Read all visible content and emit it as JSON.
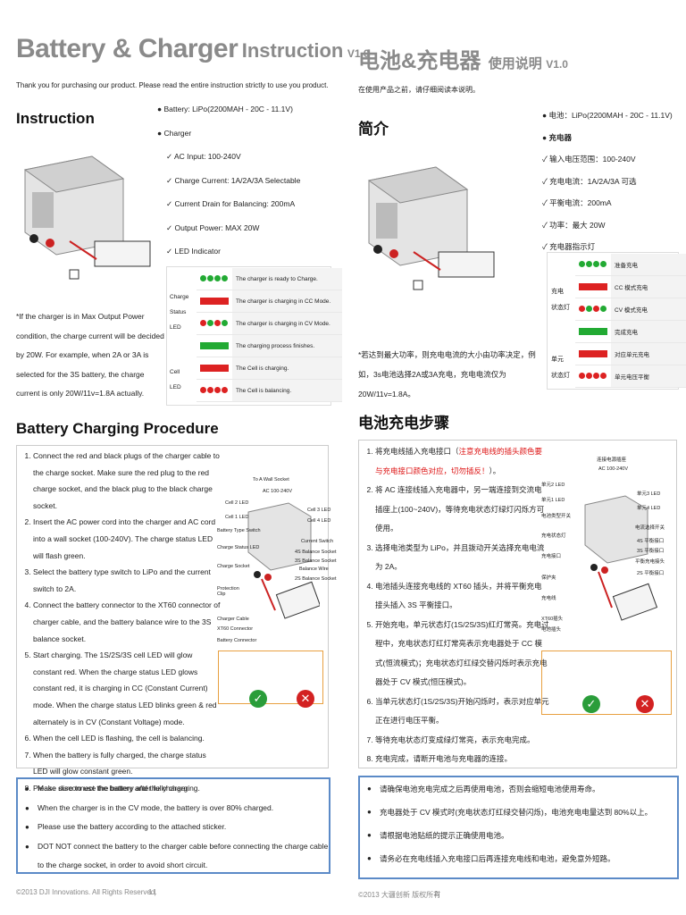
{
  "en": {
    "title_main": "Battery & Charger",
    "title_sub": "Instruction",
    "version": "V1.0",
    "thanks": "Thank you for purchasing our product. Please read the entire instruction strictly to use you product.",
    "section_instruction": "Instruction",
    "specs": [
      "● Battery: LiPo(2200MAH - 20C - 11.1V)",
      "● Charger",
      "✓ AC Input: 100-240V",
      "✓ Charge Current: 1A/2A/3A Selectable",
      "✓ Current Drain for Balancing: 200mA",
      "✓ Output Power: MAX 20W",
      "✓ LED Indicator"
    ],
    "led_group_charge": [
      "Charge",
      "Status",
      "LED"
    ],
    "led_group_cell": [
      "Cell",
      "LED"
    ],
    "led_rows": [
      "The charger is ready to Charge.",
      "The charger is charging in CC Mode.",
      "The charger is charging in CV Mode.",
      "The charging process finishes.",
      "The Cell is charging.",
      "The Cell is balancing."
    ],
    "note_max": "*If the charger is in Max Output Power condition, the charge current will be decided by 20W. For example, when 2A or 3A is selected for the 3S battery, the charge current is only 20W/11v=1.8A actually.",
    "section_procedure": "Battery Charging Procedure",
    "steps": [
      "Connect the red and black plugs of the charger cable to the charge socket. Make sure the red plug to the red charge socket, and the black plug to the black charge socket.",
      "Insert the AC power cord into the charger and AC cord into a wall socket (100-240V). The charge status LED will flash green.",
      "Select the battery type switch to LiPo and the current switch to 2A.",
      "Connect the battery connector to the XT60 connector of charger cable, and the battery balance wire to the 3S balance socket.",
      "Start charging. The 1S/2S/3S cell LED will glow constant red. When the charge status LED glows constant red, it is charging in CC (Constant Current) mode. When the charge status LED blinks green & red alternately is in CV (Constant Voltage) mode.",
      "When the cell LED is flashing, the cell is balancing.",
      "When the battery is fully charged, the charge status LED will glow constant green.",
      "Please disconnect the battery and the charger."
    ],
    "diagram_labels": {
      "wall": "To A Wall Socket",
      "ac": "AC 100-240V",
      "cell2": "Cell 2 LED",
      "cell1": "Cell 1 LED",
      "cell3": "Cell 3 LED",
      "cell4": "Cell 4 LED",
      "batt_switch": "Battery Type Switch",
      "status": "Charge Status LED",
      "current": "Current Switch",
      "b4s": "4S Balance Socket",
      "b3s": "3S Balance Socket",
      "bw": "Balance Wire",
      "b2s": "2S Balance Socket",
      "socket": "Charge Socket",
      "protect": "Protection Clip",
      "cable": "Charger Cable",
      "xt60": "XT60 Connector",
      "bconn": "Battery Connector"
    },
    "notes": [
      "Make sure to use the battery after fully charging.",
      "When the charger is in the CV mode, the battery is over 80% charged.",
      "Please use the battery according to the attached sticker.",
      "DOT NOT connect the battery to the charger cable before connecting the charge cable to the charge socket, in order to avoid short circuit."
    ],
    "footer": "©2013 DJI Innovations. All Rights Reserved.",
    "page": "1"
  },
  "cn": {
    "title_main": "电池&充电器",
    "title_sub": "使用说明",
    "version": "V1.0",
    "thanks": "在使用产品之前，请仔细阅读本说明。",
    "section_instruction": "简介",
    "specs": [
      "● 电池：LiPo(2200MAH - 20C - 11.1V)",
      "● 充电器",
      "✓ 输入电压范围：100-240V",
      "✓ 充电电流：1A/2A/3A 可选",
      "✓ 平衡电流：200mA",
      "✓ 功率：最大 20W",
      "✓ 充电器指示灯"
    ],
    "led_group_charge": [
      "充电",
      "状态灯"
    ],
    "led_group_cell": [
      "单元",
      "状态灯"
    ],
    "led_rows": [
      "准备充电",
      "CC 模式充电",
      "CV 模式充电",
      "完成充电",
      "对应单元充电",
      "单元电压平衡"
    ],
    "note_max": "*若达到最大功率，则充电电流的大小由功率决定，例如，3s电池选择2A或3A充电，充电电流仅为20W/11v=1.8A。",
    "section_procedure": "电池充电步骤",
    "step1_a": "将充电线插入充电接口（",
    "step1_red": "注意充电线的插头颜色要与充电接口颜色对应，切勿插反！",
    "step1_b": "）。",
    "steps_rest": [
      "将 AC 连接线插入充电器中，另一端连接到交流电插座上(100~240V)，等待充电状态灯绿灯闪烁方可使用。",
      "选择电池类型为 LiPo，并且拨动开关选择充电电流为 2A。",
      "电池插头连接充电线的 XT60 插头，并将平衡充电接头插入 3S 平衡接口。",
      "开始充电，单元状态灯(1S/2S/3S)红灯常亮。充电过程中，充电状态灯红灯常亮表示充电器处于 CC 模式(恒流模式)；充电状态灯红绿交替闪烁时表示充电器处于 CV 模式(恒压模式)。",
      "当单元状态灯(1S/2S/3S)开始闪烁时，表示对应单元正在进行电压平衡。",
      "等待充电状态灯变成绿灯常亮，表示充电完成。",
      "充电完成，请断开电池与充电器的连接。"
    ],
    "diagram_labels": {
      "wall": "连接电源插座",
      "ac": "AC 100-240V",
      "cell2": "单元2 LED",
      "cell1": "单元1 LED",
      "cell3": "单元3 LED",
      "cell4": "单元4 LED",
      "batt_switch": "电池类型开关",
      "status": "充电状态灯",
      "current": "电流选择开关",
      "b4s": "4S 平衡接口",
      "b3s": "3S 平衡接口",
      "bw": "平衡充电接头",
      "b2s": "2S 平衡接口",
      "socket": "充电接口",
      "protect": "保护夹",
      "cable": "充电线",
      "xt60": "XT60插头",
      "bconn": "电池插头"
    },
    "notes": [
      "请确保电池充电完成之后再使用电池，否则会缩短电池使用寿命。",
      "充电器处于 CV 模式时(充电状态灯红绿交替闪烁)，电池充电电量达到 80%以上。",
      "请根据电池贴纸的提示正确使用电池。",
      "请务必在充电线插入充电接口后再连接充电线和电池，避免意外短路。"
    ],
    "footer": "©2013 大疆创新 版权所有",
    "page": "2"
  }
}
